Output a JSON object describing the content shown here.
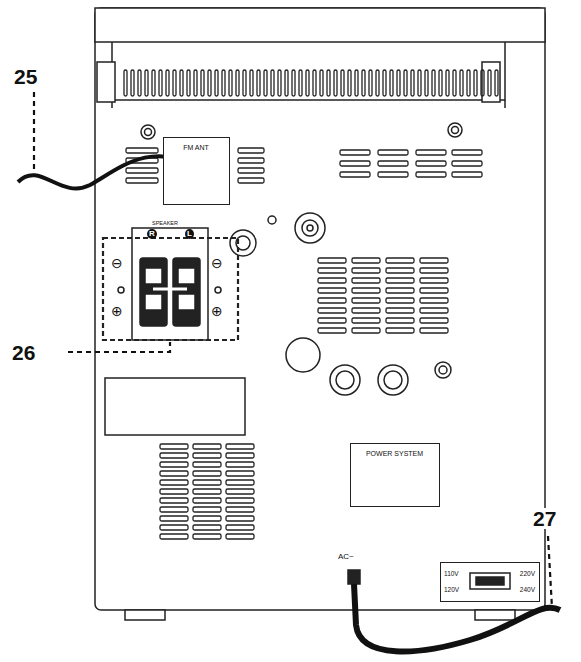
{
  "diagram": {
    "nodes": [
      {
        "text": [
          "FM ANT"
        ]
      },
      {
        "text": [
          "POWER SYSTEM"
        ]
      },
      {
        "text": [
          "110V",
          "120V",
          "220V",
          "240V"
        ]
      }
    ],
    "labels": [
      "25",
      "26",
      "27",
      "SPEAKER",
      "R",
      "L",
      "⊖",
      "⊖",
      "⊕",
      "⊕",
      "AC~"
    ]
  }
}
